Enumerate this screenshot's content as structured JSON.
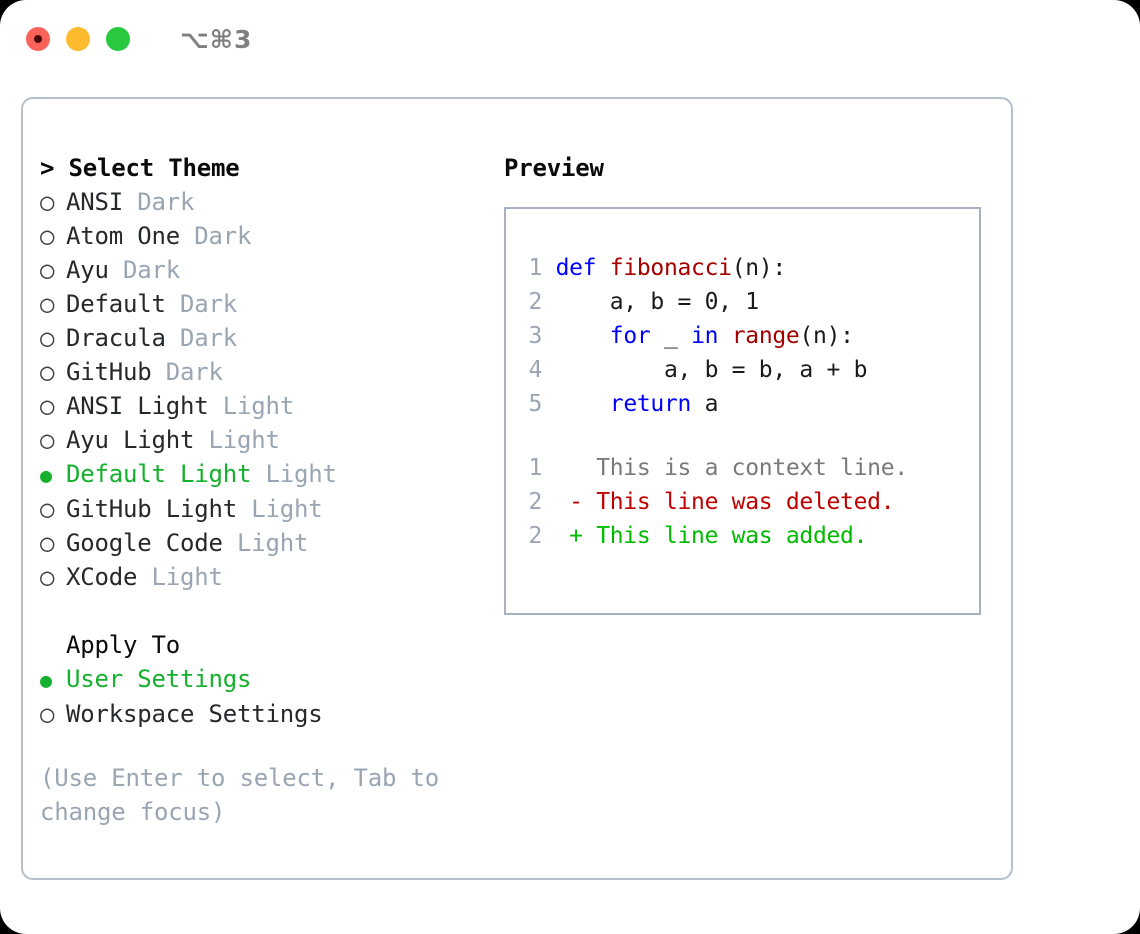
{
  "titlebar": {
    "shortcut": "⌥⌘3",
    "lights": [
      "close-red",
      "minimize-yellow",
      "maximize-green"
    ]
  },
  "theme_picker": {
    "header_marker": ">",
    "header": "Select Theme",
    "marker_selected": "●",
    "marker_unselected": "○",
    "items": [
      {
        "label": "ANSI",
        "variant": "Dark",
        "selected": false
      },
      {
        "label": "Atom One",
        "variant": "Dark",
        "selected": false
      },
      {
        "label": "Ayu",
        "variant": "Dark",
        "selected": false
      },
      {
        "label": "Default",
        "variant": "Dark",
        "selected": false
      },
      {
        "label": "Dracula",
        "variant": "Dark",
        "selected": false
      },
      {
        "label": "GitHub",
        "variant": "Dark",
        "selected": false
      },
      {
        "label": "ANSI Light",
        "variant": "Light",
        "selected": false
      },
      {
        "label": "Ayu Light",
        "variant": "Light",
        "selected": false
      },
      {
        "label": "Default Light",
        "variant": "Light",
        "selected": true
      },
      {
        "label": "GitHub Light",
        "variant": "Light",
        "selected": false
      },
      {
        "label": "Google Code",
        "variant": "Light",
        "selected": false
      },
      {
        "label": "XCode",
        "variant": "Light",
        "selected": false
      }
    ]
  },
  "apply_to": {
    "title": "Apply To",
    "items": [
      {
        "label": "User Settings",
        "selected": true
      },
      {
        "label": "Workspace Settings",
        "selected": false
      }
    ]
  },
  "hint": "(Use Enter to select, Tab to change focus)",
  "preview": {
    "title": "Preview",
    "code_lines": [
      {
        "no": "1",
        "tokens": [
          {
            "t": "def ",
            "c": "kw"
          },
          {
            "t": "fibonacci",
            "c": "fn"
          },
          {
            "t": "(n):",
            "c": "pl"
          }
        ]
      },
      {
        "no": "2",
        "tokens": [
          {
            "t": "    a, b = 0, 1",
            "c": "pl"
          }
        ]
      },
      {
        "no": "3",
        "tokens": [
          {
            "t": "    ",
            "c": "pl"
          },
          {
            "t": "for",
            "c": "kw"
          },
          {
            "t": " _ ",
            "c": "pl"
          },
          {
            "t": "in ",
            "c": "kw"
          },
          {
            "t": "range",
            "c": "fn"
          },
          {
            "t": "(n):",
            "c": "pl"
          }
        ]
      },
      {
        "no": "4",
        "tokens": [
          {
            "t": "        a, b = b, a + b",
            "c": "pl"
          }
        ]
      },
      {
        "no": "5",
        "tokens": [
          {
            "t": "    ",
            "c": "pl"
          },
          {
            "t": "return",
            "c": "kw"
          },
          {
            "t": " a",
            "c": "pl"
          }
        ]
      }
    ],
    "diff_lines": [
      {
        "no": "1",
        "sign": " ",
        "text": "This is a context line.",
        "c": "ctx"
      },
      {
        "no": "2",
        "sign": "-",
        "text": "This line was deleted.",
        "c": "del"
      },
      {
        "no": "2",
        "sign": "+",
        "text": "This line was added.",
        "c": "add"
      }
    ]
  },
  "colors": {
    "accent_green": "#16b02f",
    "muted": "#9aa5b4",
    "border": "#b6bfcc",
    "preview_border": "#a7b1c2",
    "keyword": "#0000ff",
    "function": "#a50000",
    "diff_add": "#00bb00",
    "diff_del": "#c00000",
    "light_red": "#fb625a",
    "light_yellow": "#fcbc2e",
    "light_green": "#28c83f"
  }
}
